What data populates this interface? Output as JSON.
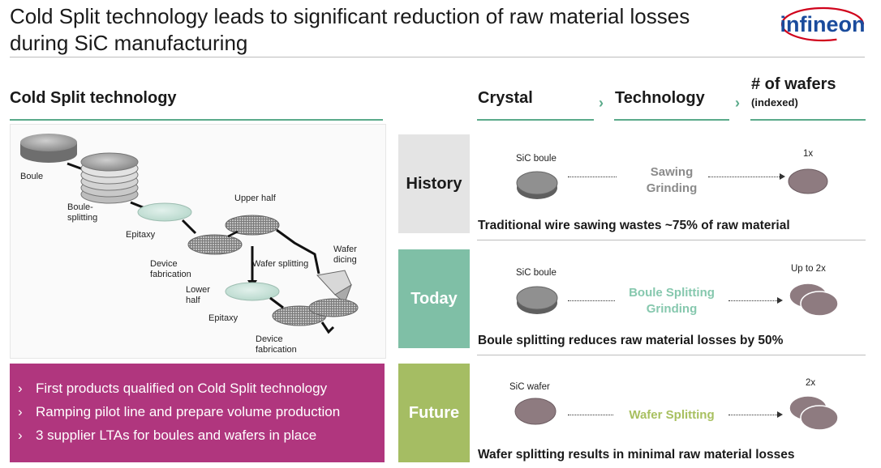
{
  "header": {
    "title": "Cold Split technology leads to significant reduction of raw material losses during SiC manufacturing",
    "logo_text": "infineon",
    "brand_color": "#1a4b9c",
    "logo_accent": "#d0021b"
  },
  "left": {
    "heading": "Cold Split technology",
    "diagram_labels": {
      "boule": "Boule",
      "boule_splitting": "Boule-\nsplitting",
      "epitaxy_1": "Epitaxy",
      "device_fabrication_1": "Device\nfabrication",
      "upper_half": "Upper half",
      "wafer_splitting": "Wafer splitting",
      "wafer_dicing": "Wafer\ndicing",
      "lower_half": "Lower\nhalf",
      "epitaxy_2": "Epitaxy",
      "device_fabrication_2": "Device\nfabrication"
    },
    "bullets": [
      "First products qualified on Cold Split technology",
      "Ramping pilot line and prepare volume production",
      "3 supplier LTAs for boules and wafers in place"
    ],
    "bullet_marker": "›",
    "bullet_box_color": "#b0367e"
  },
  "right": {
    "columns": {
      "crystal": "Crystal",
      "technology": "Technology",
      "wafers": "# of wafers",
      "wafers_sub": "(indexed)",
      "chevron": "›"
    },
    "rows": [
      {
        "era": "History",
        "era_bg": "#e4e4e4",
        "era_fg": "#1a1a1a",
        "crystal_label": "SiC boule",
        "tech_line1": "Sawing",
        "tech_line2": "Grinding",
        "tech_color": "#8a8a8a",
        "wafer_count": "1x",
        "caption": "Traditional wire sawing wastes ~75% of raw material"
      },
      {
        "era": "Today",
        "era_bg": "#7fbfa6",
        "era_fg": "#ffffff",
        "crystal_label": "SiC boule",
        "tech_line1": "Boule Splitting",
        "tech_line2": "Grinding",
        "tech_color": "#86c8ae",
        "wafer_count": "Up to 2x",
        "caption": "Boule splitting reduces raw material losses by 50%"
      },
      {
        "era": "Future",
        "era_bg": "#a5bd63",
        "era_fg": "#ffffff",
        "crystal_label": "SiC wafer",
        "tech_line1": "Wafer Splitting",
        "tech_line2": "",
        "tech_color": "#a8c060",
        "wafer_count": "2x",
        "caption": "Wafer splitting results in minimal raw material losses"
      }
    ]
  }
}
